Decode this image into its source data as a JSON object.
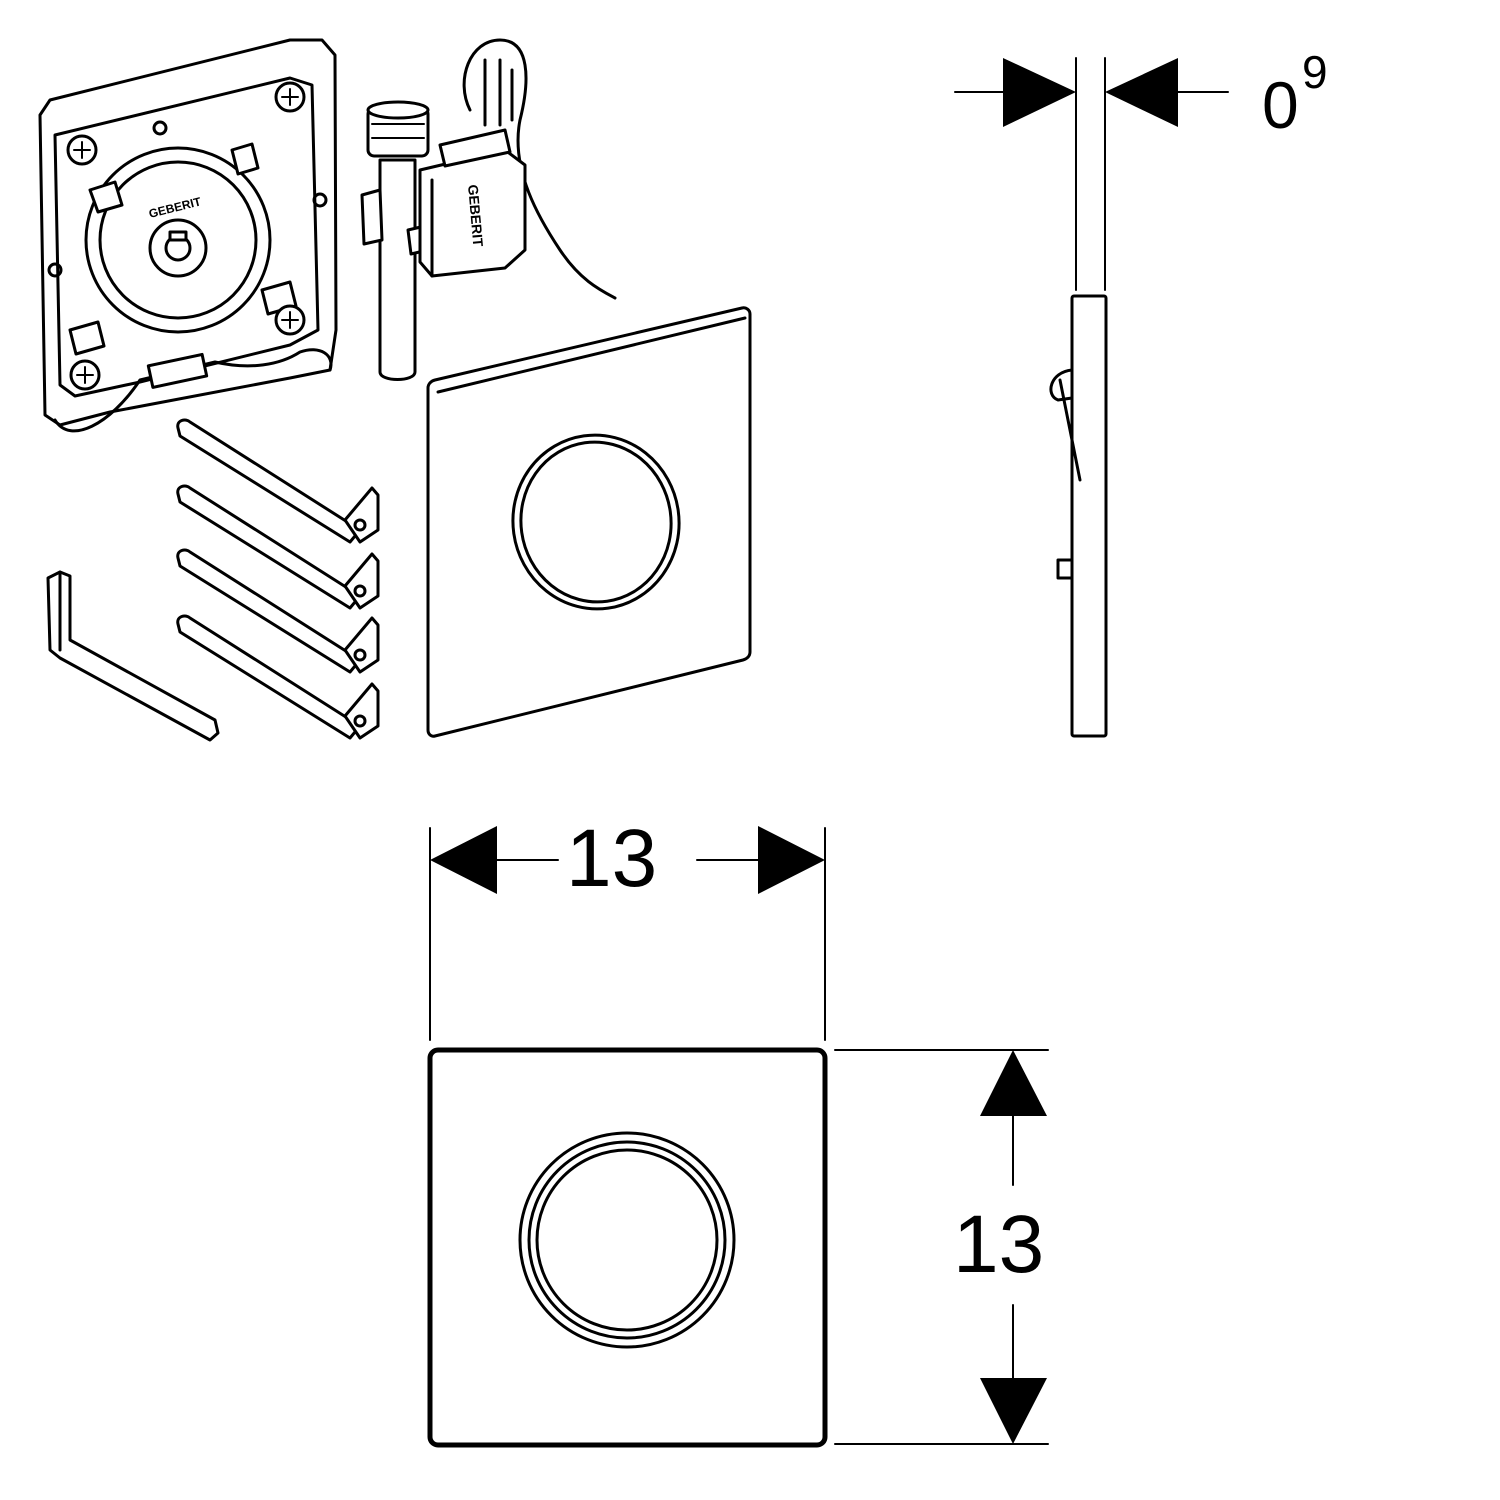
{
  "brand": {
    "logo_text": "GEBERIT"
  },
  "dimensions": {
    "thickness": {
      "base": "0",
      "superscript": "9"
    },
    "width": {
      "value": "13"
    },
    "height": {
      "value": "13"
    }
  }
}
